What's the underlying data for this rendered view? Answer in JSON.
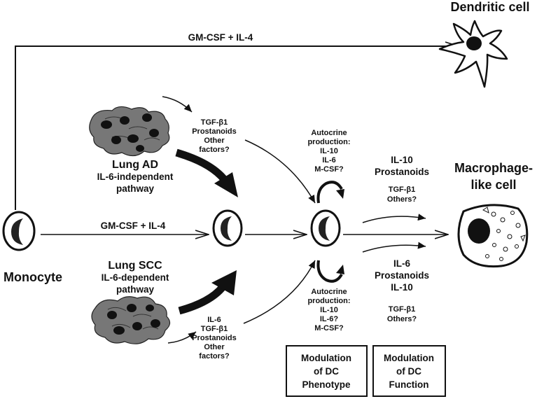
{
  "cells": {
    "dendritic": "Dendritic cell",
    "macrophage_1": "Macrophage-",
    "macrophage_2": "like cell",
    "monocyte": "Monocyte"
  },
  "arrows": {
    "top": "GM-CSF + IL-4",
    "middle": "GM-CSF + IL-4"
  },
  "lung_ad": {
    "title": "Lung AD",
    "line1": "IL-6-independent",
    "line2": "pathway",
    "factors": [
      "TGF-β1",
      "Prostanoids",
      "Other",
      "factors?"
    ]
  },
  "lung_scc": {
    "title": "Lung SCC",
    "line1": "IL-6-dependent",
    "line2": "pathway",
    "factors": [
      "IL-6",
      "TGF-β1",
      "Prostanoids",
      "Other",
      "factors?"
    ]
  },
  "autocrine_top": [
    "Autocrine",
    "production:",
    "IL-10",
    "IL-6",
    "M-CSF?"
  ],
  "autocrine_bottom": [
    "Autocrine",
    "production:",
    "IL-10",
    "IL-6?",
    "M-CSF?"
  ],
  "right_top": [
    "IL-10",
    "Prostanoids",
    "",
    "TGF-β1",
    "Others?"
  ],
  "right_bottom": [
    "IL-6",
    "Prostanoids",
    "IL-10",
    "",
    "TGF-β1",
    "Others?"
  ],
  "boxes": {
    "phenotype": [
      "Modulation",
      "of DC",
      "Phenotype"
    ],
    "function": [
      "Modulation",
      "of DC",
      "Function"
    ]
  }
}
